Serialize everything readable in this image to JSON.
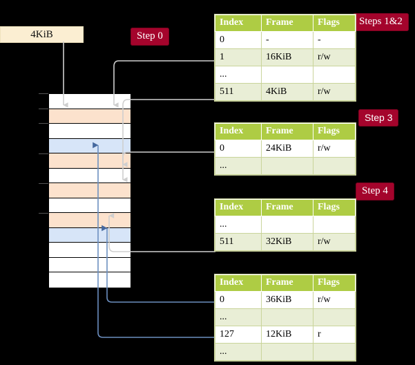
{
  "diagram": {
    "title_boxes": {
      "page_size": "4KiB"
    },
    "badges": [
      {
        "id": "step0",
        "label": "Step 0"
      },
      {
        "id": "steps12",
        "label": "Steps 1&2"
      },
      {
        "id": "step3",
        "label": "Step 3"
      },
      {
        "id": "step4",
        "label": "Step 4"
      }
    ],
    "colors": {
      "background": "#000000",
      "badge": "#a4042c",
      "table_header": "#aecc44",
      "table_alt_row": "#e9eed6",
      "highlight": "#f6f5a4",
      "mem_orange": "#fce2cd",
      "mem_blue": "#d7e5f8",
      "wire_gray": "#b9b9b9",
      "wire_blue": "#6c8fc0",
      "kib_box": "#fbeed2"
    },
    "memory_column": {
      "name": "physical-memory",
      "rows": [
        {
          "index": 0,
          "fill": "white"
        },
        {
          "index": 1,
          "fill": "orange"
        },
        {
          "index": 2,
          "fill": "white"
        },
        {
          "index": 3,
          "fill": "blue"
        },
        {
          "index": 4,
          "fill": "orange"
        },
        {
          "index": 5,
          "fill": "white"
        },
        {
          "index": 6,
          "fill": "orange"
        },
        {
          "index": 7,
          "fill": "white"
        },
        {
          "index": 8,
          "fill": "orange"
        },
        {
          "index": 9,
          "fill": "blue"
        },
        {
          "index": 10,
          "fill": "white"
        },
        {
          "index": 11,
          "fill": "white"
        },
        {
          "index": 12,
          "fill": "white"
        }
      ]
    },
    "tables": [
      {
        "id": "table-steps12",
        "columns": [
          "Index",
          "Frame",
          "Flags"
        ],
        "rows": [
          {
            "cells": [
              "0",
              "-",
              "-"
            ],
            "alt": false,
            "highlight": false
          },
          {
            "cells": [
              "1",
              "16KiB",
              "r/w"
            ],
            "alt": true,
            "highlight": false
          },
          {
            "cells": [
              "...",
              "",
              ""
            ],
            "alt": false,
            "highlight": false
          },
          {
            "cells": [
              "511",
              "4KiB",
              "r/w"
            ],
            "alt": true,
            "highlight": true
          }
        ]
      },
      {
        "id": "table-step3",
        "columns": [
          "Index",
          "Frame",
          "Flags"
        ],
        "rows": [
          {
            "cells": [
              "0",
              "24KiB",
              "r/w"
            ],
            "alt": false,
            "highlight": false
          },
          {
            "cells": [
              "...",
              "",
              ""
            ],
            "alt": true,
            "highlight": false
          }
        ]
      },
      {
        "id": "table-step4a",
        "columns": [
          "Index",
          "Frame",
          "Flags"
        ],
        "rows": [
          {
            "cells": [
              "...",
              "",
              ""
            ],
            "alt": false,
            "highlight": false
          },
          {
            "cells": [
              "511",
              "32KiB",
              "r/w"
            ],
            "alt": true,
            "highlight": false
          }
        ]
      },
      {
        "id": "table-step4b",
        "columns": [
          "Index",
          "Frame",
          "Flags"
        ],
        "rows": [
          {
            "cells": [
              "0",
              "36KiB",
              "r/w"
            ],
            "alt": false,
            "highlight": false
          },
          {
            "cells": [
              "...",
              "",
              ""
            ],
            "alt": true,
            "highlight": false
          },
          {
            "cells": [
              "127",
              "12KiB",
              "r"
            ],
            "alt": false,
            "highlight": false
          },
          {
            "cells": [
              "...",
              "",
              ""
            ],
            "alt": true,
            "highlight": false
          }
        ]
      }
    ]
  }
}
